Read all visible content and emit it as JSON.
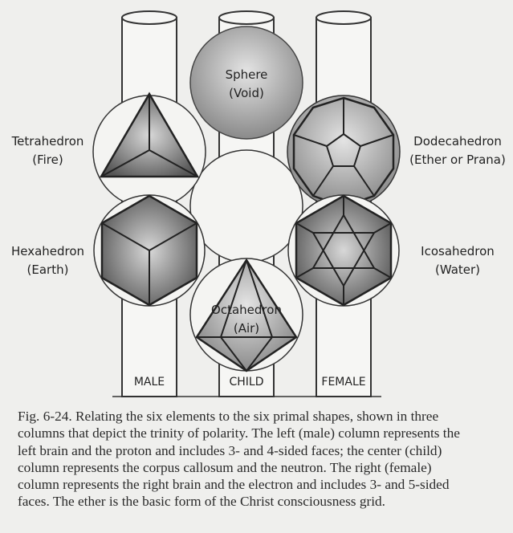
{
  "shapes": {
    "sphere": {
      "name": "Sphere",
      "element": "(Void)"
    },
    "tetrahedron": {
      "name": "Tetrahedron",
      "element": "(Fire)"
    },
    "dodecahedron": {
      "name": "Dodecahedron",
      "element": "(Ether or Prana)"
    },
    "hexahedron": {
      "name": "Hexahedron",
      "element": "(Earth)"
    },
    "icosahedron": {
      "name": "Icosahedron",
      "element": "(Water)"
    },
    "octahedron": {
      "name": "Octahedron",
      "element": "(Air)"
    }
  },
  "columns": {
    "left": "MALE",
    "center": "CHILD",
    "right": "FEMALE"
  },
  "caption": [
    "Fig.  6-24.  Relating the six elements to the six primal shapes, shown in three",
    "columns that depict the trinity of polarity.  The left (male) column represents the",
    "left brain and the proton and includes 3- and 4-sided faces; the center (child)",
    "column represents the corpus callosum and the neutron.  The right (female)",
    "column represents the right brain and the electron and includes 3- and 5-sided",
    "faces.  The ether is the basic form of the Christ consciousness grid."
  ]
}
